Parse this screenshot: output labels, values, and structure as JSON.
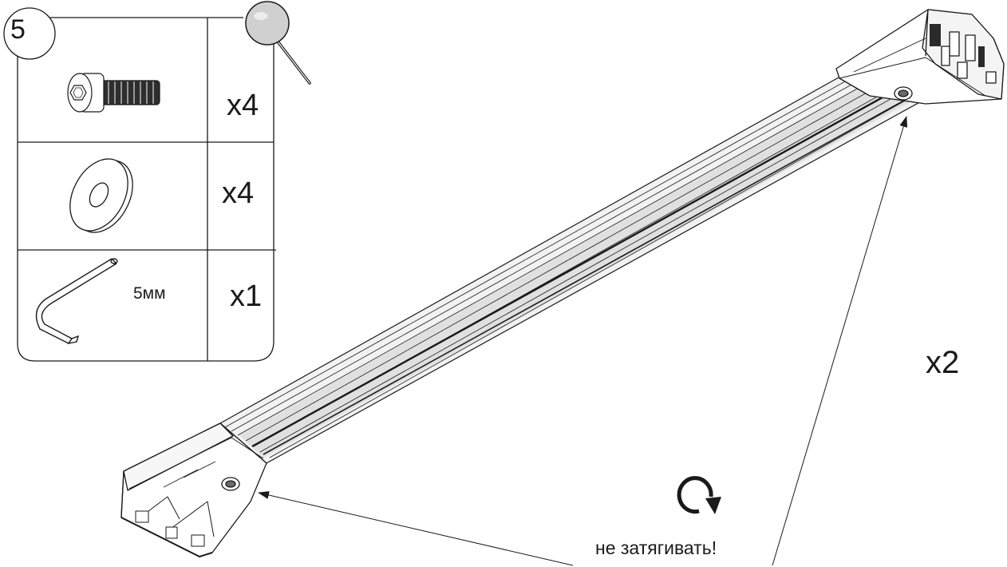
{
  "step": {
    "number": "5"
  },
  "parts": [
    {
      "name": "bolt",
      "icon": "hex-socket-bolt-icon",
      "quantity": "x4"
    },
    {
      "name": "washer",
      "icon": "washer-icon",
      "quantity": "x4"
    },
    {
      "name": "hex-key",
      "icon": "hex-key-icon",
      "size_label": "5мм",
      "quantity": "x1"
    }
  ],
  "assembly": {
    "count": "x2",
    "part": "roof-rack-crossbar"
  },
  "instruction": {
    "icon": "rotate-clockwise-icon",
    "text": "не затягивать!"
  },
  "colors": {
    "line": "#1a1a1a",
    "background": "#ffffff"
  }
}
